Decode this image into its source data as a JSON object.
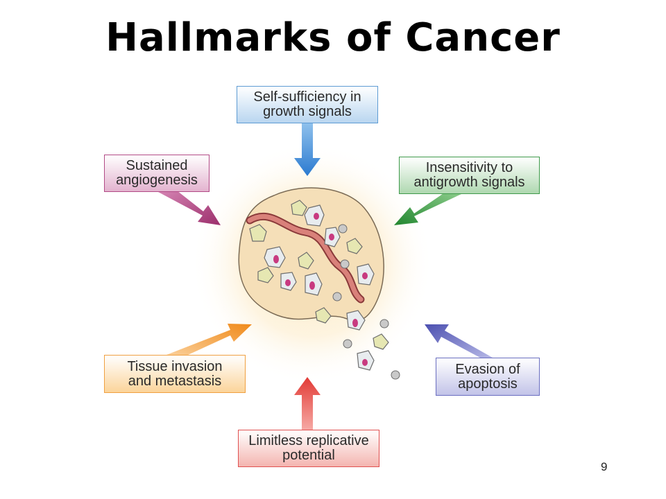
{
  "title": "Hallmarks of Cancer",
  "hallmarks": [
    {
      "label": "Self-sufficiency in\ngrowth signals",
      "color": "#3a87d6"
    },
    {
      "label": "Sustained\nangiogenesis",
      "color": "#a83a78"
    },
    {
      "label": "Insensitivity to\nantigrowth signals",
      "color": "#2f8f3a"
    },
    {
      "label": "Tissue invasion\nand metastasis",
      "color": "#f39a2a"
    },
    {
      "label": "Evasion of\napoptosis",
      "color": "#5b5fb8"
    },
    {
      "label": "Limitless replicative\npotential",
      "color": "#e0413c"
    }
  ],
  "page_number": "9"
}
